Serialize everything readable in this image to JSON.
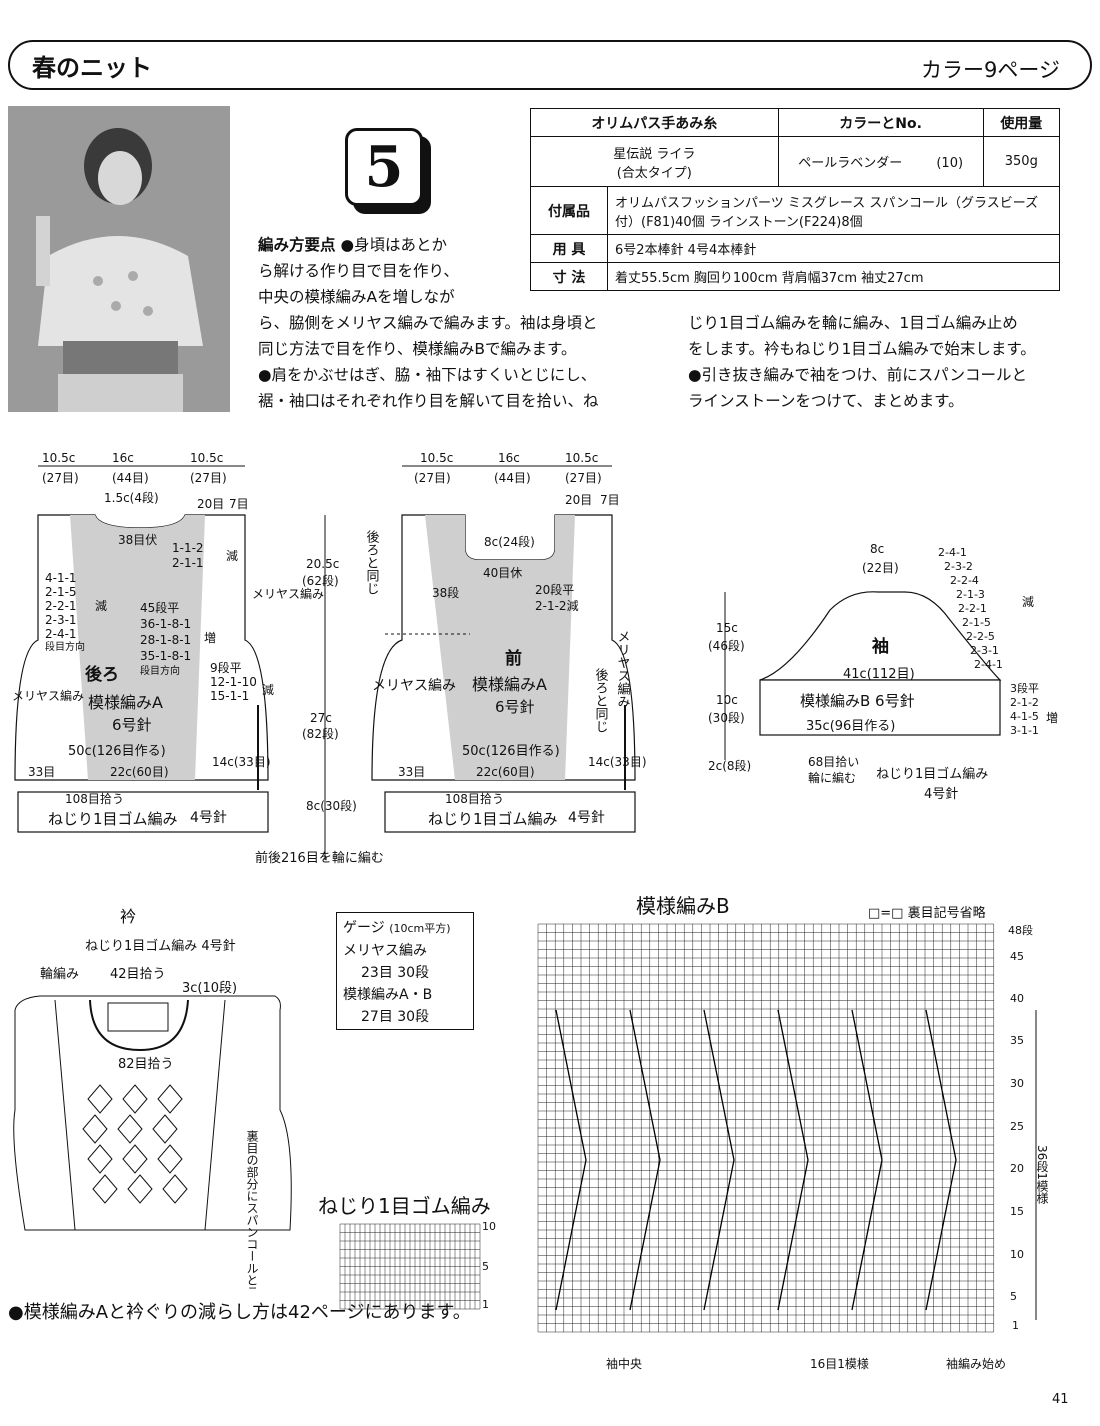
{
  "header": {
    "title": "春のニット",
    "color_page": "カラー9ページ"
  },
  "photo": {
    "alt": "photo"
  },
  "pattern_number": "5",
  "materials": {
    "headers": [
      "オリムパス手あみ糸",
      "カラーとNo.",
      "使用量"
    ],
    "yarn": {
      "name": "星伝説 ライラ",
      "type": "(合太タイプ)",
      "color": "ペールラベンダー",
      "color_no": "(10)",
      "amount": "350g"
    },
    "accessories_label": "付属品",
    "accessories": "オリムパスフッションパーツ ミスグレース スパンコール（グラスビーズ付）(F81)40個 ラインストーン(F224)8個",
    "tools_label": "用 具",
    "tools": "6号2本棒針 4号4本棒針",
    "size_label": "寸 法",
    "size": "着丈55.5cm 胸回り100cm 背肩幅37cm 袖丈27cm"
  },
  "instructions": {
    "heading": "編み方要点",
    "col1": [
      "●身頃はあとか",
      "ら解ける作り目で目を作り、",
      "中央の模様編みAを増しなが",
      "ら、脇側をメリヤス編みで編みます。袖は身頃と",
      "同じ方法で目を作り、模様編みBで編みます。",
      "●肩をかぶせはぎ、脇・袖下はすくいとじにし、",
      "裾・袖口はそれぞれ作り目を解いて目を拾い、ね"
    ],
    "col2": [
      "じり1目ゴム編みを輪に編み、1目ゴム編み止め",
      "をします。衿もねじり1目ゴム編みで始末します。",
      "●引き抜き編みで袖をつけ、前にスパンコールと",
      "ラインストーンをつけて、まとめます。"
    ]
  },
  "back": {
    "top_dims": [
      "10.5c",
      "16c",
      "10.5c"
    ],
    "top_counts": [
      "(27目)",
      "(44目)",
      "(27目)"
    ],
    "neck_depth": "1.5c(4段)",
    "neck_bind": "38目伏",
    "shoulder": [
      "20目",
      "7目"
    ],
    "neck_dec": [
      "1-1-2",
      "2-1-1"
    ],
    "dec_word": "減",
    "armhole_dec": [
      "4-1-1",
      "2-1-5",
      "2-2-1",
      "2-3-1",
      "2-4-1",
      "段目方向"
    ],
    "inc_rows": [
      "45段平",
      "36-1-8-1",
      "28-1-8-1",
      "35-1-8-1",
      "段目方向"
    ],
    "inc_word": "増",
    "stockinette": "メリヤス編み",
    "stockinette_left": "メリヤス編み",
    "label": "後ろ",
    "pattern": "模様編みA",
    "needle": "6号針",
    "side_dec": [
      "9段平",
      "12-1-10",
      "15-1-1"
    ],
    "cast_on": "50c(126目作る)",
    "bottom": [
      "33目",
      "22c(60目)",
      "14c(33目)"
    ],
    "pickup": "108目拾う",
    "rib": "ねじり1目ゴム編み",
    "rib_needle": "4号針"
  },
  "vertical": {
    "upper": "20.5c",
    "upper_rows": "(62段)",
    "mid": "27c",
    "mid_rows": "(82段)",
    "rib": "8c(30段)"
  },
  "front": {
    "top_dims": [
      "10.5c",
      "16c",
      "10.5c"
    ],
    "top_counts": [
      "(27目)",
      "(44目)",
      "(27目)"
    ],
    "shoulder": [
      "20目",
      "7目"
    ],
    "same_as_back": "後ろと同じ",
    "neck_depth": "8c(24段)",
    "neck_bind": "40目休",
    "side_38": "38段",
    "neck_dec": [
      "20段平",
      "2-1-2減"
    ],
    "label": "前",
    "pattern": "模様編みA",
    "needle": "6号針",
    "stockinette": "メリヤス編み",
    "stockinette_right": "メリヤス編み",
    "same_right": "後ろと同じ",
    "cast_on": "50c(126目作る)",
    "bottom": [
      "33目",
      "22c(60目)",
      "14c(33目)"
    ],
    "pickup": "108目拾う",
    "rib": "ねじり1目ゴム編み",
    "rib_needle": "4号針",
    "round_note": "前後216目を輪に編む"
  },
  "sleeve": {
    "top": "8c",
    "top_count": "(22目)",
    "cap_dec": [
      "2-4-1",
      "2-3-2",
      "2-2-4",
      "2-1-3",
      "2-2-1",
      "2-1-5",
      "2-2-5",
      "2-3-1",
      "2-4-1"
    ],
    "dec_word": "減",
    "cap_height": "15c",
    "cap_rows": "(46段)",
    "label": "袖",
    "width": "41c(112目)",
    "pattern": "模様編みB 6号針",
    "body_height": "10c",
    "body_rows": "(30段)",
    "cast_on": "35c(96目作る)",
    "inc_rows": [
      "3段平",
      "2-1-2",
      "4-1-5",
      "3-1-1"
    ],
    "inc_word": "増",
    "rib_h": "2c(8段)",
    "pickup1": "68目拾い",
    "pickup2": "輪に編む",
    "rib": "ねじり1目ゴム編み",
    "rib_needle": "4号針"
  },
  "collar": {
    "title": "衿",
    "rib": "ねじり1目ゴム編み 4号針",
    "round": "輪編み",
    "pick42": "42目拾う",
    "depth": "3c(10段)",
    "pick82": "82目拾う",
    "note": "裏目の部分にスパンコールとラインストーンをつける"
  },
  "gauge": {
    "title": "ゲージ",
    "unit": "(10cm平方)",
    "row1_label": "メリヤス編み",
    "row1_vals": "23目 30段",
    "row2_label": "模様編みA・B",
    "row2_vals": "27目 30段"
  },
  "rib_chart": {
    "title": "ねじり1目ゴム編み",
    "labels": [
      "10段",
      "5",
      "1"
    ]
  },
  "chart_b": {
    "title": "模様編みB",
    "legend": "□=□ 裏目記号省略",
    "row_labels": [
      "48段",
      "45",
      "40",
      "35",
      "30",
      "25",
      "20",
      "15",
      "10",
      "5",
      "1"
    ],
    "repeat_rows": "36段1模様",
    "bottom_left": "袖中央",
    "repeat_stitches": "16目1模様",
    "bottom_right": "袖編み始め"
  },
  "footer_note": "●模様編みAと衿ぐりの減らし方は42ページにあります。",
  "page_number": "41"
}
